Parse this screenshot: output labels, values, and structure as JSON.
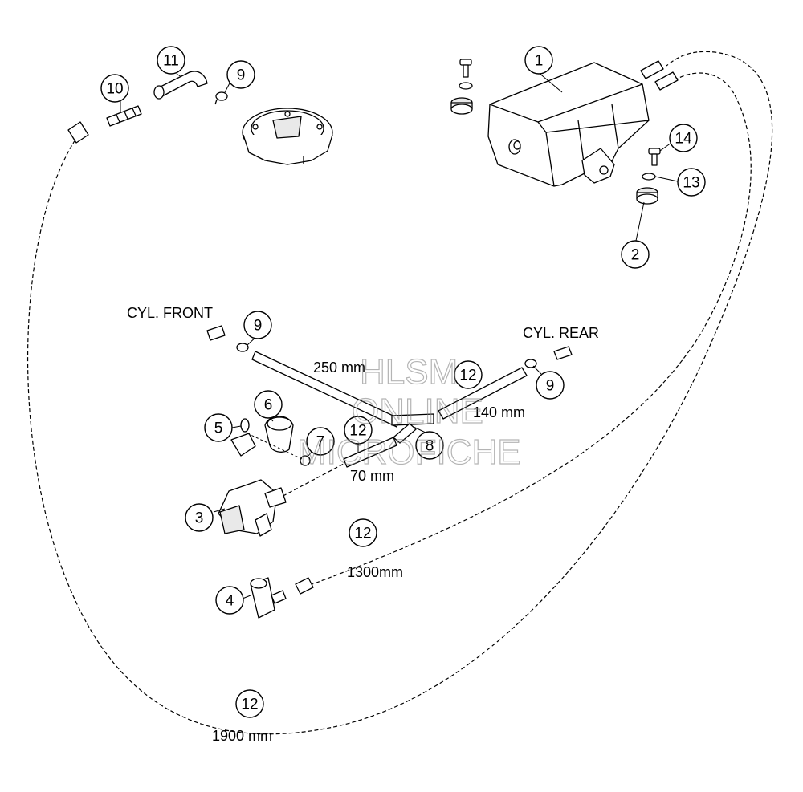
{
  "callouts": [
    {
      "id": "c1",
      "text": "1"
    },
    {
      "id": "c2",
      "text": "2"
    },
    {
      "id": "c3",
      "text": "3"
    },
    {
      "id": "c4",
      "text": "4"
    },
    {
      "id": "c5",
      "text": "5"
    },
    {
      "id": "c6",
      "text": "6"
    },
    {
      "id": "c7",
      "text": "7"
    },
    {
      "id": "c8",
      "text": "8"
    },
    {
      "id": "c9a",
      "text": "9"
    },
    {
      "id": "c9b",
      "text": "9"
    },
    {
      "id": "c9c",
      "text": "9"
    },
    {
      "id": "c10",
      "text": "10"
    },
    {
      "id": "c11",
      "text": "11"
    },
    {
      "id": "c12a",
      "text": "12"
    },
    {
      "id": "c12b",
      "text": "12"
    },
    {
      "id": "c12c",
      "text": "12"
    },
    {
      "id": "c12d",
      "text": "12"
    },
    {
      "id": "c13",
      "text": "13"
    },
    {
      "id": "c14",
      "text": "14"
    }
  ],
  "labels": {
    "cyl_front": "CYL. FRONT",
    "cyl_rear": "CYL. REAR",
    "len_250": "250 mm",
    "len_140": "140 mm",
    "len_70": "70 mm",
    "len_1300": "1300mm",
    "len_1900": "1900 mm"
  },
  "watermark": {
    "line1": "HLSM",
    "line2": "ONLINE",
    "line3": "MICROFICHE"
  }
}
